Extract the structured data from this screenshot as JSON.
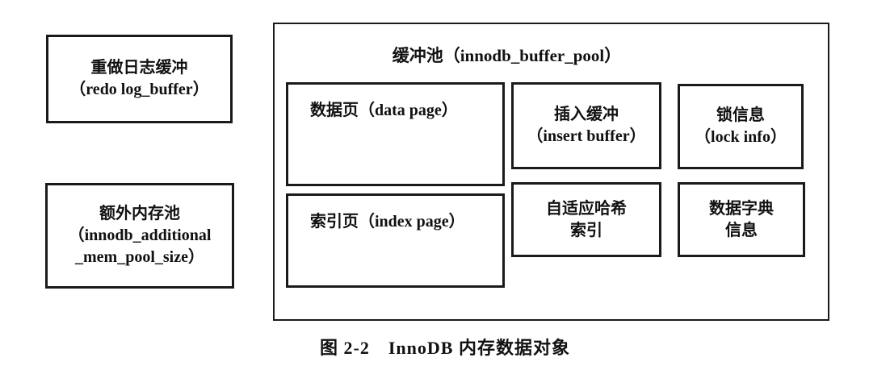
{
  "figure": {
    "caption": "图 2-2　InnoDB 内存数据对象"
  },
  "left_column": {
    "redo_log_buffer": {
      "line1": "重做日志缓冲",
      "line2": "（redo log_buffer）"
    },
    "additional_mem_pool": {
      "line1": "额外内存池",
      "line2": "（innodb_additional",
      "line3": "_mem_pool_size）"
    }
  },
  "buffer_pool": {
    "title": "缓冲池（innodb_buffer_pool）",
    "data_page": {
      "label": "数据页（data page）"
    },
    "insert_buffer": {
      "line1": "插入缓冲",
      "line2": "（insert buffer）"
    },
    "lock_info": {
      "line1": "锁信息",
      "line2": "（lock info）"
    },
    "index_page": {
      "label": "索引页（index page）"
    },
    "adaptive_hash_index": {
      "line1": "自适应哈希",
      "line2": "索引"
    },
    "data_dictionary": {
      "line1": "数据字典",
      "line2": "信息"
    }
  },
  "colors": {
    "border": "#1a1a1a",
    "text": "#111111",
    "background": "#ffffff"
  }
}
